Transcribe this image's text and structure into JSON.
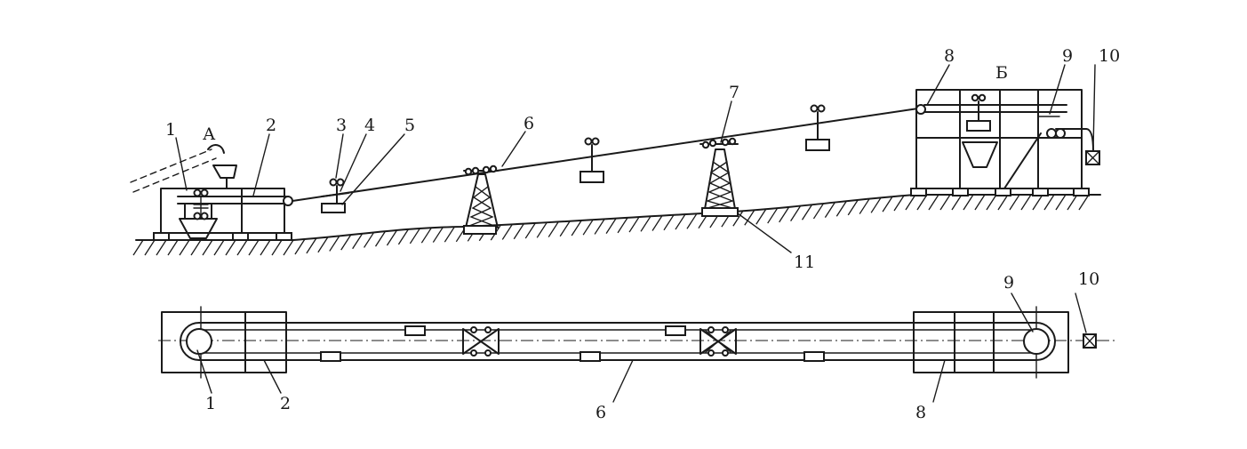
{
  "stations": {
    "loading": "А",
    "unloading": "Б"
  },
  "elevation_labels": [
    "1",
    "2",
    "3",
    "4",
    "5",
    "6",
    "7",
    "8",
    "9",
    "10",
    "11"
  ],
  "plan_labels": [
    "1",
    "2",
    "6",
    "8",
    "9",
    "10"
  ]
}
